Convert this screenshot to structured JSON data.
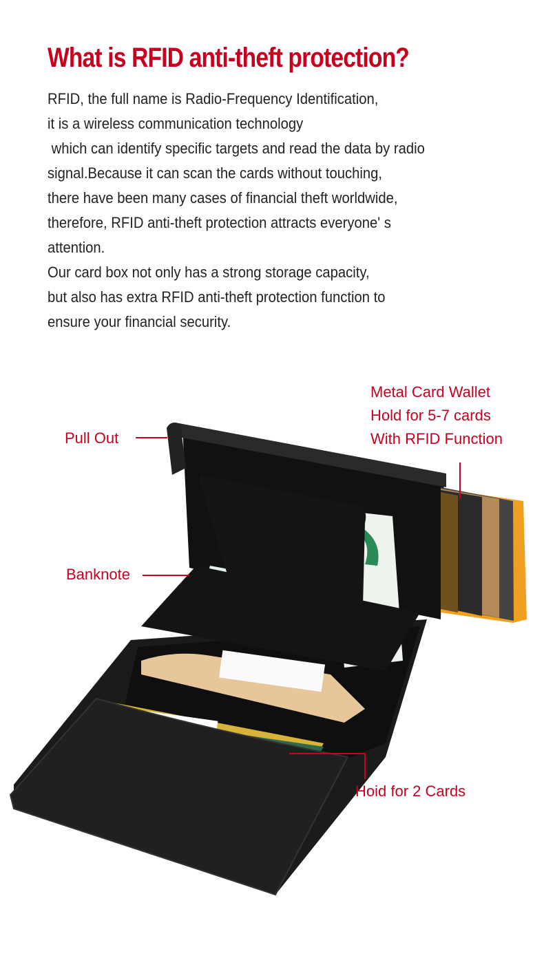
{
  "title": "What is RFID anti-theft protection?",
  "paragraph_lines": [
    "RFID, the full name is Radio-Frequency Identification,",
    "it is a wireless communication technology",
    " which can identify specific targets and read the data by radio",
    "signal.Because it can scan the cards without touching,",
    "there have been many cases of financial theft worldwide,",
    "therefore, RFID anti-theft protection attracts everyone' s",
    "attention.",
    "Our card box not only has a strong storage capacity,",
    "but also has extra RFID anti-theft protection function to",
    "ensure your financial security."
  ],
  "callouts": {
    "pull_out": "Pull  Out",
    "banknote": "Banknote",
    "metal_wallet": [
      "Metal Card Wallet",
      "Hold for  5-7 cards",
      "With RFID Function"
    ],
    "two_cards": "Hoid for 2 Cards"
  },
  "colors": {
    "accent": "#c8001e",
    "text": "#222222"
  }
}
